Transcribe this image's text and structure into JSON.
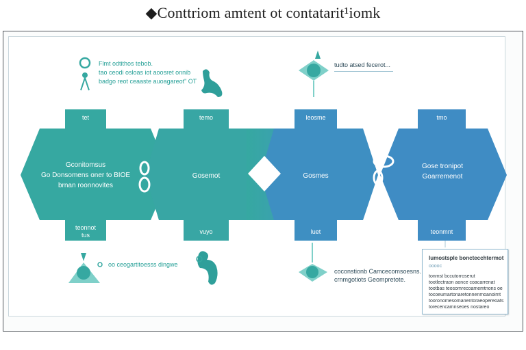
{
  "title": "◆Conttriom amtent ot contatarit¹iomk",
  "stages": [
    {
      "tab_top": "tet",
      "body_lines": [
        "Gconitomsus",
        "Go Donsomens oner to BIOE",
        "brnan roonnovites"
      ],
      "tab_bottom": "teonnot",
      "tab_bottom_2": "tus"
    },
    {
      "tab_top": "temo",
      "body_lines": [
        "Gosemot"
      ],
      "tab_bottom": "vuyo",
      "tab_bottom_2": ""
    },
    {
      "tab_top": "leosme",
      "body_lines": [
        "Gosmes"
      ],
      "tab_bottom": "luet",
      "tab_bottom_2": ""
    },
    {
      "tab_top": "tmo",
      "body_lines": [
        "Gose tronipot",
        "Goarremenot"
      ],
      "tab_bottom": "teonmnt",
      "tab_bottom_2": ""
    }
  ],
  "callouts": {
    "top_left_lines": [
      "Flmt odtithos tebob.",
      "tao ceodi osloas iot aoosret onnib",
      "badgo reot ceaaste auoagareot\" OT"
    ],
    "top_right_lines": [
      "tudto atsed fecerot..."
    ],
    "bottom_left_lines": [
      "oo ceogartitoesss dingwe"
    ],
    "bottom_right_lines": [
      "coconstionb Camcecomsoesns.",
      "crnmgotiots Geompretote."
    ]
  },
  "legend": {
    "title": "lumostsple bonctecchtermot",
    "subtitle": "ooooc",
    "lines": [
      "tonmst bccutorroserut",
      "tootlectraon aonce coacarrenat",
      "tootbas teosomrecoamemtnons oe",
      "tocoeumartonaretonnenmoanoimt",
      "tooronomesomanentoraeopereoats",
      "torecencamnseoes nostareo"
    ]
  },
  "colors": {
    "teal": "#36a8a1",
    "blue": "#3f8cc4",
    "teal_light": "#7fd0c9",
    "frame": "#50545a"
  }
}
